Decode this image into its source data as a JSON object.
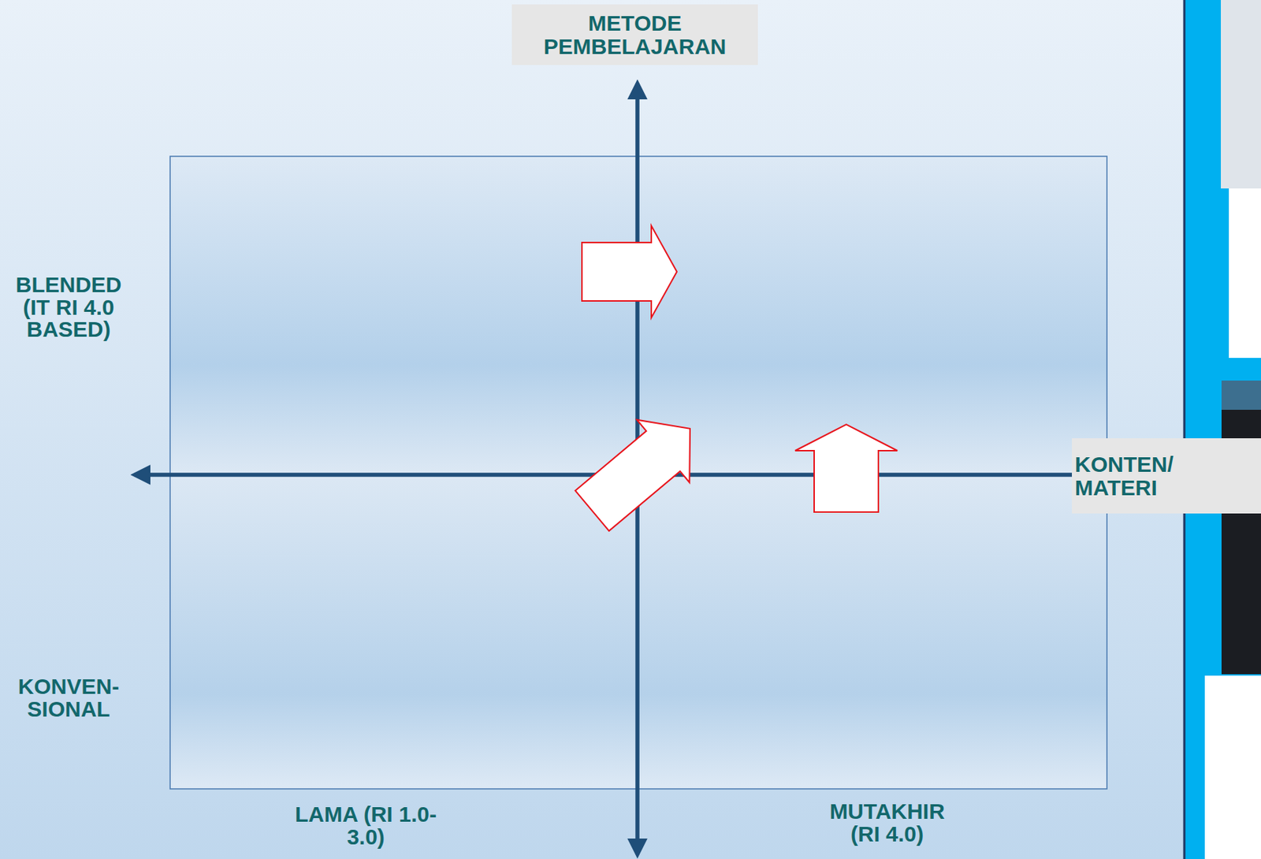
{
  "diagram": {
    "nodes": [
      {
        "text": [
          "METODE PEMBELAJARAN"
        ]
      },
      {
        "text": [
          "KONTEN/ MATERI"
        ]
      }
    ],
    "labels": [
      "BLENDED (IT RI 4.0 BASED)",
      "KONVEN- SIONAL",
      "LAMA (RI 1.0-3.0)",
      "MUTAKHIR (RI 4.0)"
    ]
  }
}
